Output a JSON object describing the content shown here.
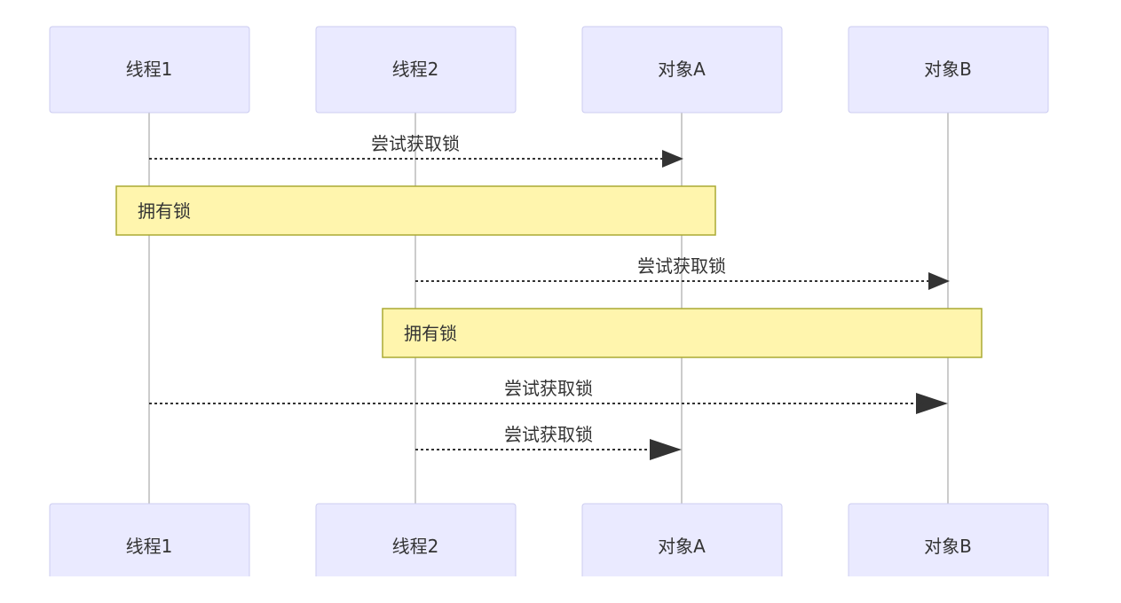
{
  "actors": [
    {
      "id": "t1",
      "label": "线程1"
    },
    {
      "id": "t2",
      "label": "线程2"
    },
    {
      "id": "oa",
      "label": "对象A"
    },
    {
      "id": "ob",
      "label": "对象B"
    }
  ],
  "messages": [
    {
      "from": "t1",
      "to": "oa",
      "label": "尝试获取锁",
      "arrow": "open",
      "fails": false
    },
    {
      "from": "t2",
      "to": "ob",
      "label": "尝试获取锁",
      "arrow": "open",
      "fails": false
    },
    {
      "from": "t1",
      "to": "ob",
      "label": "尝试获取锁",
      "arrow": "solid",
      "fails": true
    },
    {
      "from": "t2",
      "to": "oa",
      "label": "尝试获取锁",
      "arrow": "solid",
      "fails": true
    }
  ],
  "notes": [
    {
      "from": "t1",
      "to": "oa",
      "label": "拥有锁"
    },
    {
      "from": "t2",
      "to": "ob",
      "label": "拥有锁"
    }
  ],
  "colors": {
    "actor_fill": "#eaeaff",
    "actor_stroke": "#ccccf0",
    "note_fill": "#fff5ad",
    "note_stroke": "#aaaa33",
    "line": "#333333"
  }
}
